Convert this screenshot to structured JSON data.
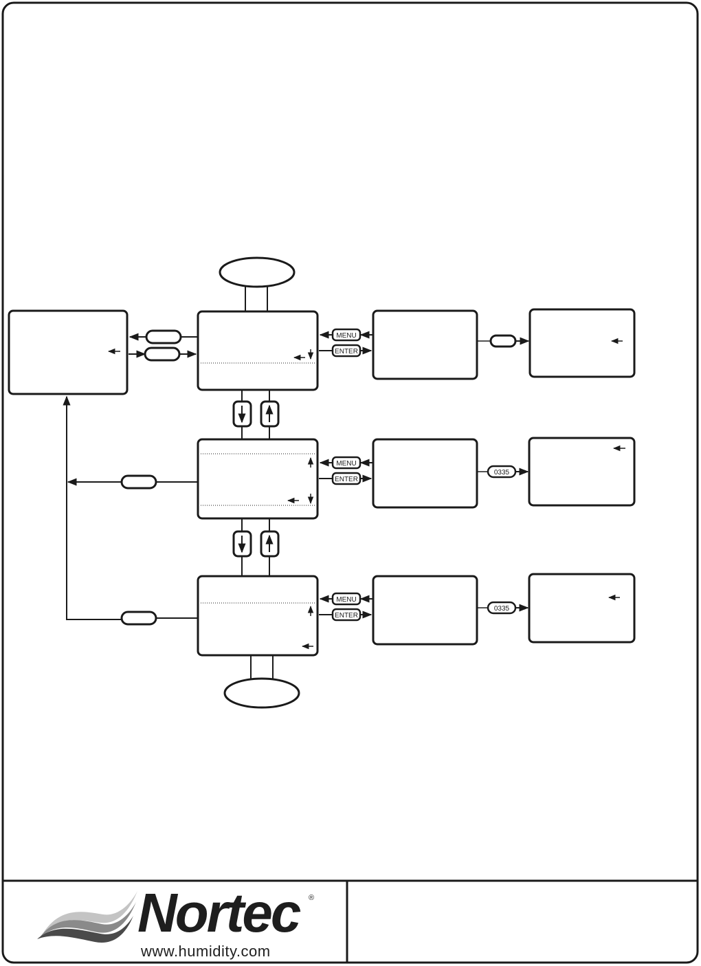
{
  "keys": {
    "menu": "MENU",
    "enter": "ENTER",
    "code": "0335"
  },
  "footer": {
    "brand": "Nortec",
    "registered": "®",
    "url": "www.humidity.com"
  },
  "colors": {
    "ink": "#1a1a1a",
    "logo_wave_dark": "#4a4a4a",
    "logo_wave_mid": "#8a8a8a",
    "logo_wave_light": "#c4c4c4"
  }
}
